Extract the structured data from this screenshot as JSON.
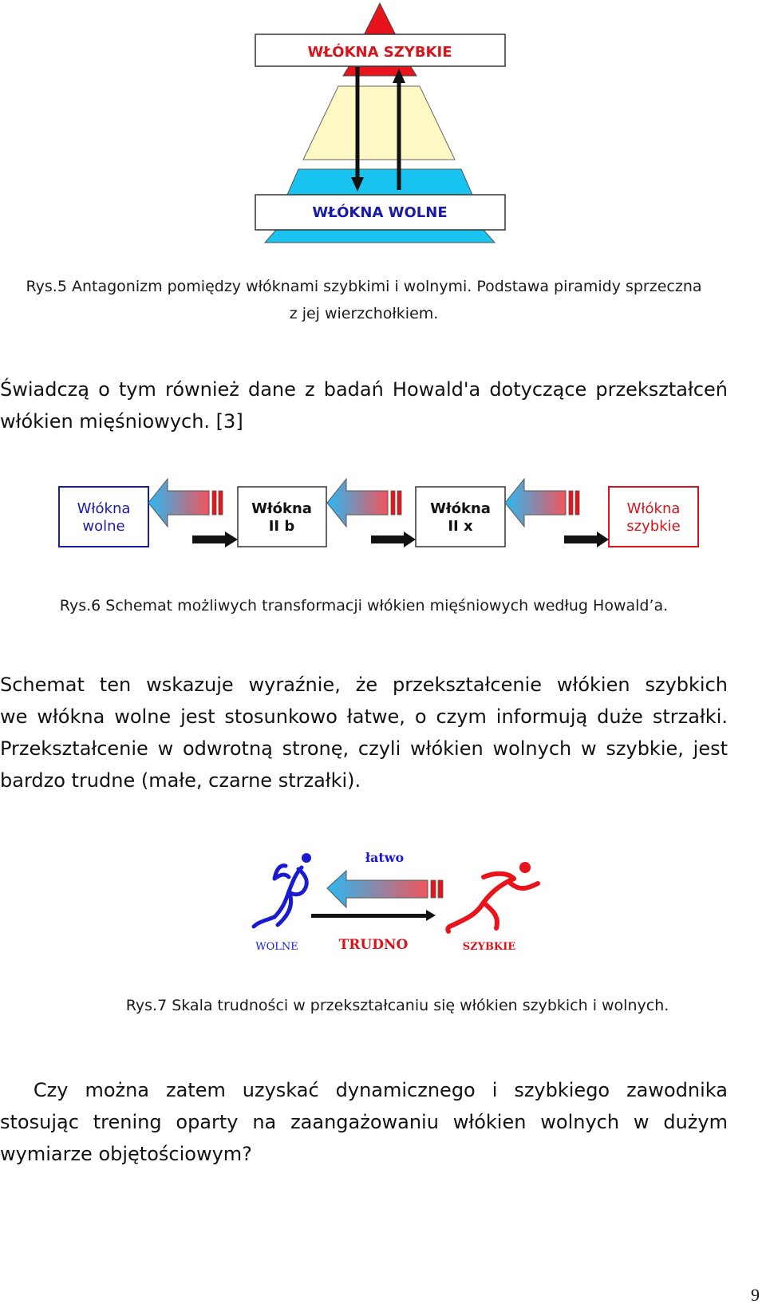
{
  "figure5": {
    "top_label": "WŁÓKNA  SZYBKIE",
    "bottom_label": "WŁÓKNA  WOLNE",
    "colors": {
      "top": "#e8141b",
      "middle": "#fdf8c4",
      "bottom": "#19c3ef",
      "top_text": "#d7141a",
      "bottom_text": "#1a1aa8"
    },
    "caption_line1": "Rys.5 Antagonizm pomiędzy włóknami szybkimi i wolnymi. Podstawa piramidy sprzeczna",
    "caption_line2": "z jej wierzchołkiem."
  },
  "paragraph1": {
    "line1": "Świadczą o tym również dane z badań Howald'a dotyczące przekształceń",
    "line2": "włókien mięśniowych. [3]"
  },
  "figure6": {
    "boxes": [
      {
        "line1": "Włókna",
        "line2": "wolne",
        "color": "#1a1aa8"
      },
      {
        "line1": "Włókna",
        "line2": "II b",
        "color": "#111111"
      },
      {
        "line1": "Włókna",
        "line2": "II x",
        "color": "#111111"
      },
      {
        "line1": "Włókna",
        "line2": "szybkie",
        "color": "#d7141a"
      }
    ],
    "caption": "Rys.6 Schemat możliwych transformacji włókien mięśniowych według Howald’a."
  },
  "paragraph2": {
    "line1": "Schemat ten wskazuje wyraźnie, że przekształcenie włókien szybkich",
    "line2": "we włókna wolne jest stosunkowo łatwe, o czym informują duże strzałki.",
    "line3": "Przekształcenie w odwrotną stronę, czyli włókien wolnych w szybkie, jest",
    "line4": "bardzo trudne (małe, czarne strzałki)."
  },
  "figure7": {
    "easy_label": "łatwo",
    "hard_label": "TRUDNO",
    "slow_label": "WOLNE",
    "fast_label": "SZYBKIE",
    "caption": "Rys.7 Skala trudności w przekształcaniu się włókien szybkich i wolnych."
  },
  "paragraph3": {
    "line1": "  Czy można zatem uzyskać dynamicznego i szybkiego zawodnika",
    "line2": "stosując trening oparty na zaangażowaniu włókien wolnych w dużym",
    "line3": "wymiarze objętościowym?"
  },
  "page_number": "9"
}
